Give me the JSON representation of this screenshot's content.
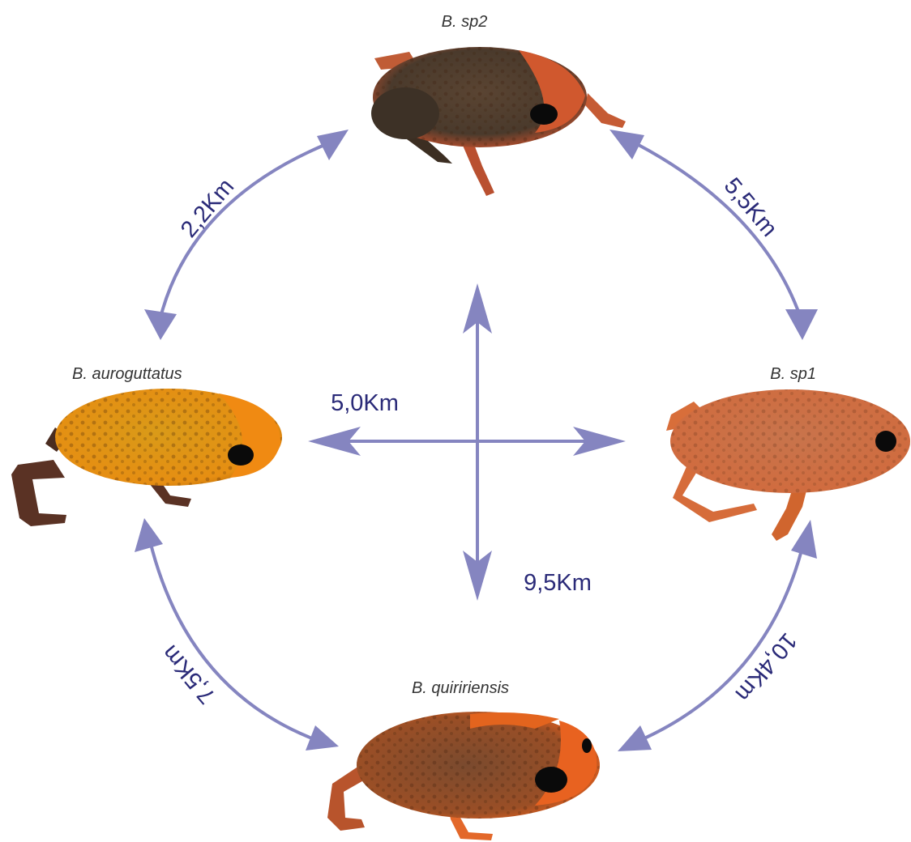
{
  "colors": {
    "arrow": "#8585c0",
    "distance_text": "#2a2a78",
    "species_text": "#333333"
  },
  "species": {
    "sp2": {
      "label": "B. sp2",
      "icon": "brown-orange-toad-photo"
    },
    "sp1": {
      "label": "B. sp1",
      "icon": "orange-toad-photo"
    },
    "auroguttatus": {
      "label": "B. auroguttatus",
      "icon": "yellow-spotted-toad-photo"
    },
    "quiririensis": {
      "label": "B. quiririensis",
      "icon": "orange-brown-toad-photo"
    }
  },
  "distances": {
    "auroguttatus_sp2": "2,2Km",
    "sp2_sp1": "5,5Km",
    "auroguttatus_sp1": "5,0Km",
    "sp2_quiririensis": "9,5Km",
    "auroguttatus_quiririensis": "7,5Km",
    "sp1_quiririensis": "10,4Km"
  }
}
